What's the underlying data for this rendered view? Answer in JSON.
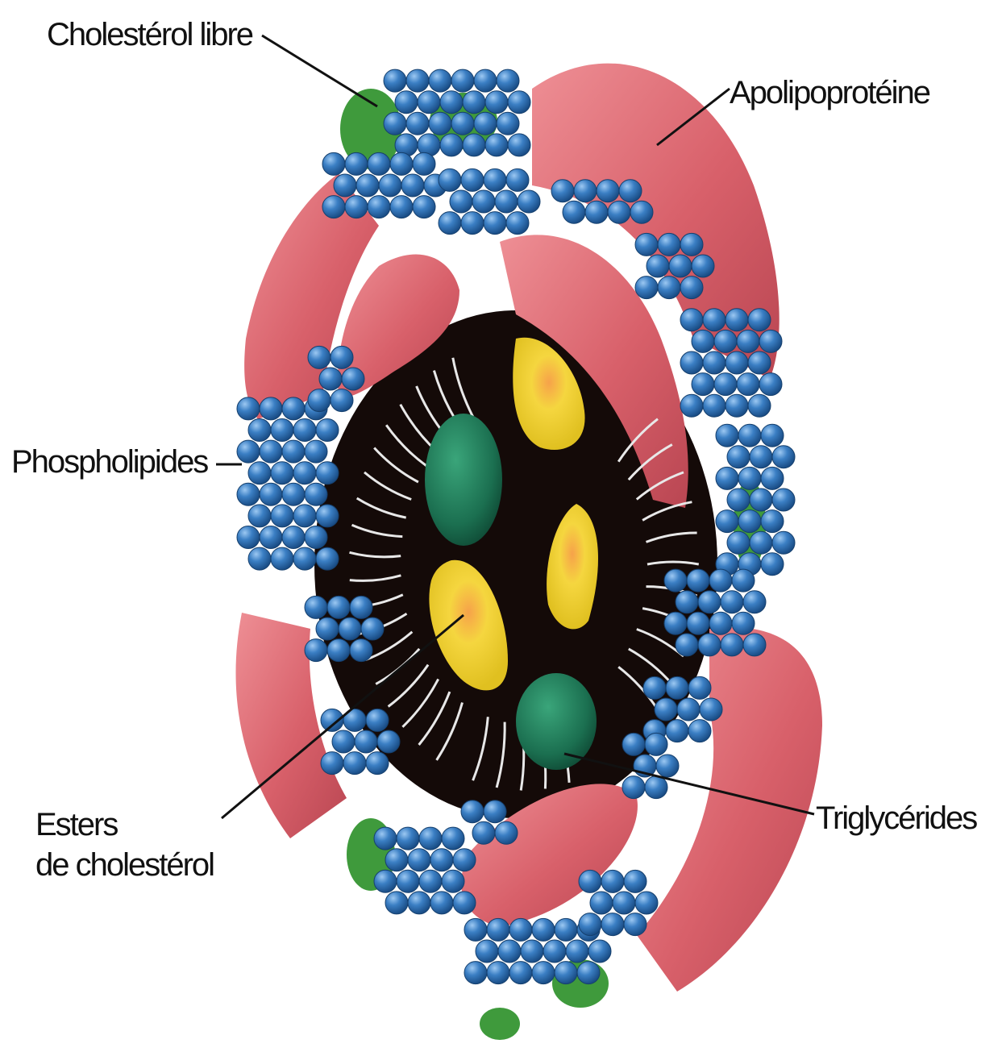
{
  "labels": {
    "cholesterol_libre": "Cholestérol libre",
    "apolipoproteine": "Apolipoprotéine",
    "phospholipides": "Phospholipides",
    "esters_line1": "Esters",
    "esters_line2": "de cholestérol",
    "triglycerides": "Triglycérides"
  },
  "colors": {
    "background": "#ffffff",
    "core": "#140a08",
    "phospholipid_head": "#2f6fb0",
    "phospholipid_tail": "#e8e8e8",
    "apolipoprotein": "#d9616a",
    "free_cholesterol": "#3f9a3c",
    "cholesterol_ester": "#1f7a55",
    "triglyceride": "#f2d23a"
  }
}
